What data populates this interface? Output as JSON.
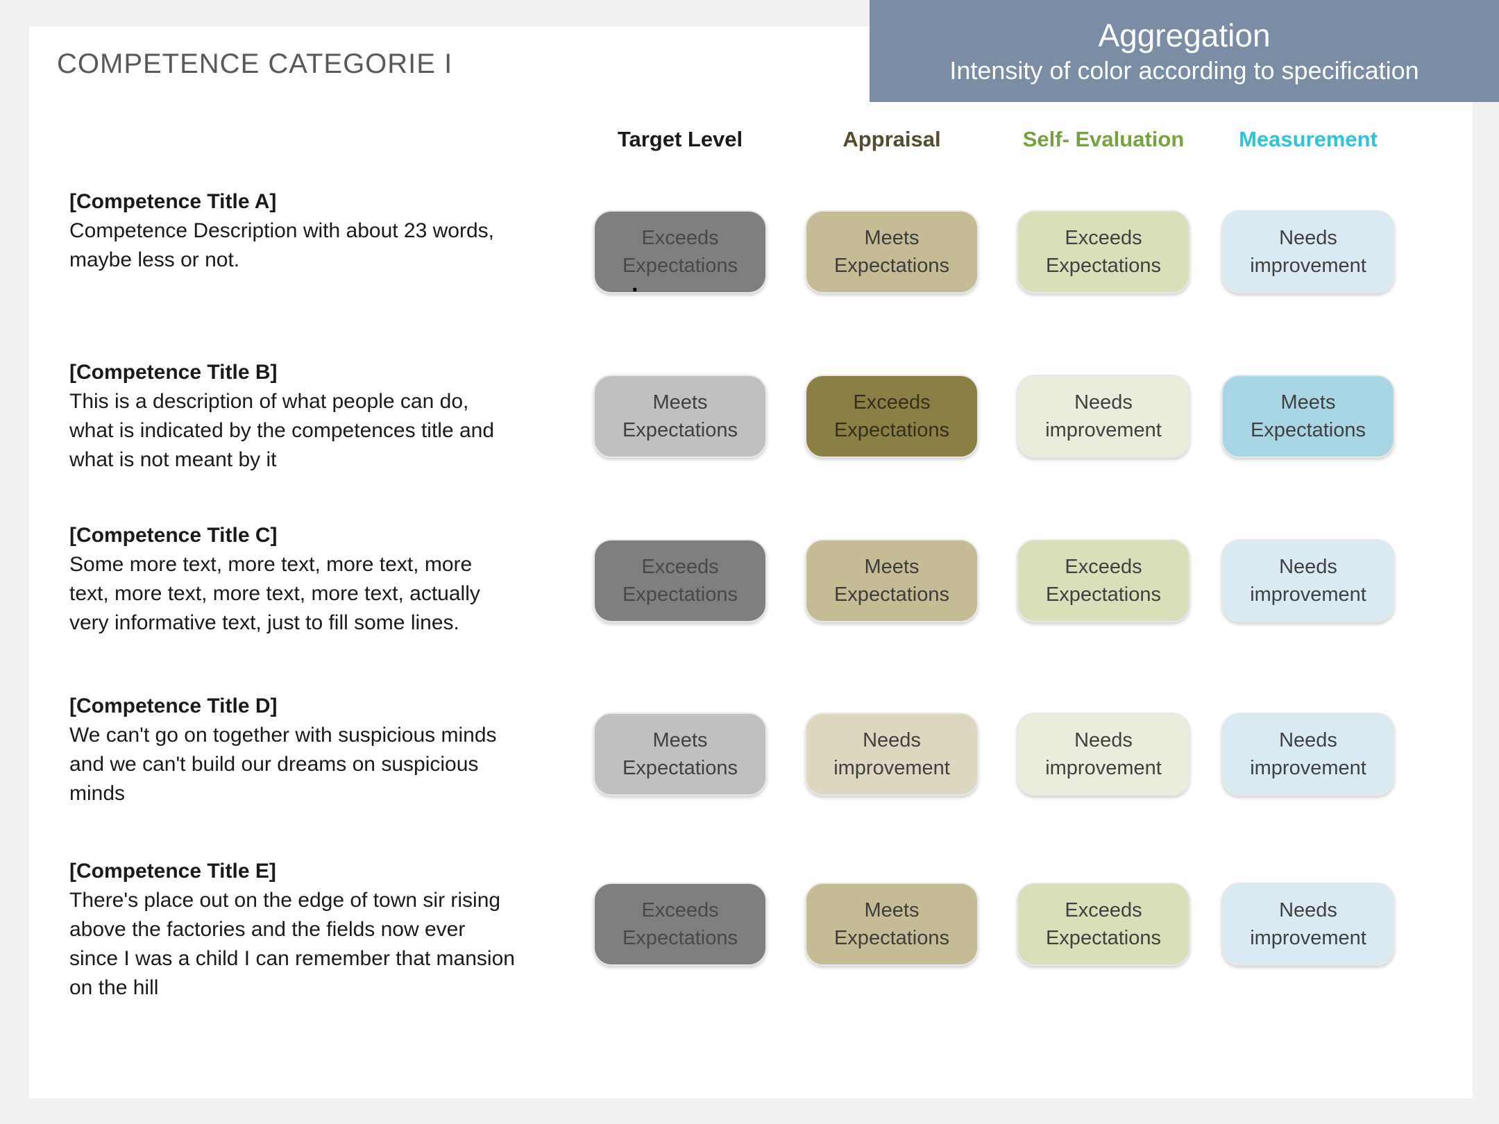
{
  "page": {
    "title": "COMPETENCE CATEGORIE I"
  },
  "banner": {
    "title": "Aggregation",
    "subtitle": "Intensity of color according to specification",
    "bg": "#7b8da4",
    "fg": "#ffffff"
  },
  "columns": [
    {
      "label": "Target Level",
      "color": "#1a1a1a"
    },
    {
      "label": "Appraisal",
      "color": "#554c30"
    },
    {
      "label": "Self- Evaluation",
      "color": "#76a23f"
    },
    {
      "label": "Measurement",
      "color": "#2bc4dd"
    }
  ],
  "misc": {
    "stray_mark": "."
  },
  "rows": [
    {
      "id": "A",
      "title": "[Competence Title A]",
      "description": "Competence Description with about 23 words,\nmaybe less or not.",
      "cells": [
        {
          "column": "Target Level",
          "text": "Exceeds\nExpectations",
          "bg": "#7f7f7f",
          "fg": "#484848"
        },
        {
          "column": "Appraisal",
          "text": "Meets\nExpectations",
          "bg": "#c5bb94",
          "fg": "#3d3d3d"
        },
        {
          "column": "Self- Evaluation",
          "text": "Exceeds\nExpectations",
          "bg": "#d8e0ba",
          "fg": "#404040"
        },
        {
          "column": "Measurement",
          "text": "Needs\nimprovement",
          "bg": "#d9eaf2",
          "fg": "#404040"
        }
      ]
    },
    {
      "id": "B",
      "title": "[Competence Title B]",
      "description": "This is a description of what people can do,\nwhat is indicated by the competences title and\nwhat is not meant by it",
      "cells": [
        {
          "column": "Target Level",
          "text": "Meets\nExpectations",
          "bg": "#c0c0c0",
          "fg": "#404040"
        },
        {
          "column": "Appraisal",
          "text": "Exceeds\nExpectations",
          "bg": "#8c7f45",
          "fg": "#332f1f"
        },
        {
          "column": "Self- Evaluation",
          "text": "Needs\nimprovement",
          "bg": "#eaecdc",
          "fg": "#404040"
        },
        {
          "column": "Measurement",
          "text": "Meets\nExpectations",
          "bg": "#a9d6e4",
          "fg": "#404040"
        }
      ]
    },
    {
      "id": "C",
      "title": "[Competence Title C]",
      "description": "Some more text, more text, more text, more\ntext, more text, more text, more text, actually\nvery informative text, just to fill some lines.",
      "cells": [
        {
          "column": "Target Level",
          "text": "Exceeds\nExpectations",
          "bg": "#7f7f7f",
          "fg": "#484848"
        },
        {
          "column": "Appraisal",
          "text": "Meets\nExpectations",
          "bg": "#c5bb94",
          "fg": "#3d3d3d"
        },
        {
          "column": "Self- Evaluation",
          "text": "Exceeds\nExpectations",
          "bg": "#d8e0ba",
          "fg": "#404040"
        },
        {
          "column": "Measurement",
          "text": "Needs\nimprovement",
          "bg": "#d9eaf2",
          "fg": "#404040"
        }
      ]
    },
    {
      "id": "D",
      "title": "[Competence Title D]",
      "description": "We can't go on together with suspicious minds\nand we can't build our dreams on suspicious\nminds",
      "cells": [
        {
          "column": "Target Level",
          "text": "Meets\nExpectations",
          "bg": "#c0c0c0",
          "fg": "#404040"
        },
        {
          "column": "Appraisal",
          "text": "Needs\nimprovement",
          "bg": "#ddd7c0",
          "fg": "#404040"
        },
        {
          "column": "Self- Evaluation",
          "text": "Needs\nimprovement",
          "bg": "#eaecdc",
          "fg": "#404040"
        },
        {
          "column": "Measurement",
          "text": "Needs\nimprovement",
          "bg": "#d9eaf2",
          "fg": "#404040"
        }
      ]
    },
    {
      "id": "E",
      "title": "[Competence Title E]",
      "description": "There's place out on the edge of town sir  rising\nabove the factories and the fields now ever\nsince I was a child I can remember that mansion\non the hill",
      "cells": [
        {
          "column": "Target Level",
          "text": "Exceeds\nExpectations",
          "bg": "#7f7f7f",
          "fg": "#484848"
        },
        {
          "column": "Appraisal",
          "text": "Meets\nExpectations",
          "bg": "#c5bb94",
          "fg": "#3d3d3d"
        },
        {
          "column": "Self- Evaluation",
          "text": "Exceeds\nExpectations",
          "bg": "#d8e0ba",
          "fg": "#404040"
        },
        {
          "column": "Measurement",
          "text": "Needs\nimprovement",
          "bg": "#d9eaf2",
          "fg": "#404040"
        }
      ]
    }
  ]
}
